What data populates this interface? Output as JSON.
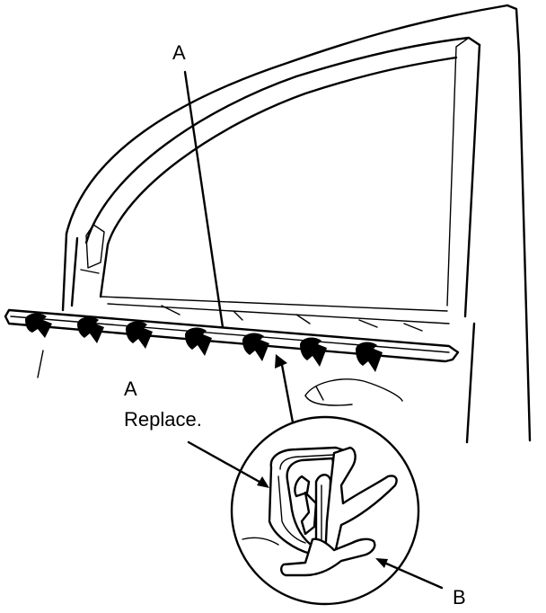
{
  "labels": {
    "a_top": "A",
    "a_mid": "A",
    "replace": "Replace.",
    "b": "B"
  },
  "colors": {
    "ink": "#000000",
    "paper": "#ffffff"
  }
}
